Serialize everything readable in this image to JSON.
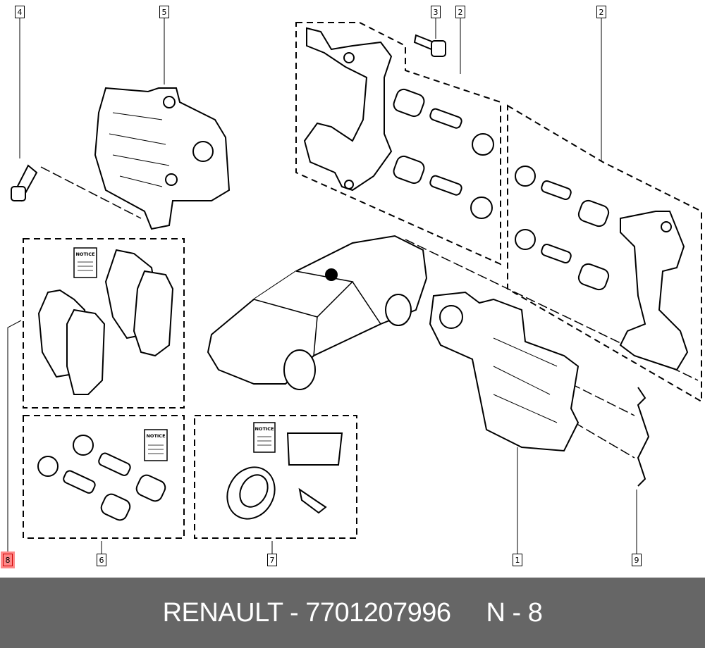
{
  "callouts": [
    {
      "label": "4"
    },
    {
      "label": "5"
    },
    {
      "label": "3"
    },
    {
      "label": "2"
    },
    {
      "label": "2"
    },
    {
      "label": "8"
    },
    {
      "label": "6"
    },
    {
      "label": "7"
    },
    {
      "label": "1"
    },
    {
      "label": "9"
    }
  ],
  "booklet_text": "NOTICE",
  "footer": {
    "part_ref": "RENAULT - 7701207996",
    "position": "N - 8"
  },
  "colors": {
    "highlight": "#ff8888",
    "footer_bg": "#666666",
    "footer_text": "#ffffff"
  }
}
